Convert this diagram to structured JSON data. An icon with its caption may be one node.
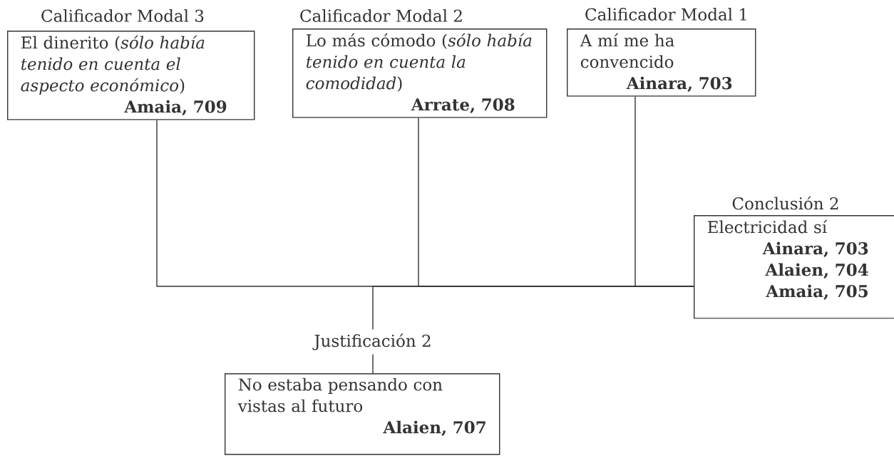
{
  "diagram": {
    "nodes": [
      {
        "text": [
          "Calificador Modal 3",
          "El dinerito (*sólo había tenido en cuenta el aspecto económico*)",
          "Amaia, 709"
        ]
      },
      {
        "text": [
          "Calificador Modal 2",
          "Lo más cómodo (*sólo había tenido en cuenta la comodidad*)",
          "Arrate, 708"
        ]
      },
      {
        "text": [
          "Calificador Modal 1",
          "A mí me ha convencido",
          "Ainara, 703"
        ]
      },
      {
        "text": [
          "Conclusión 2",
          "Electricidad sí",
          "Ainara, 703",
          "Alaien, 704",
          "Amaia, 705"
        ]
      },
      {
        "text": [
          "Justificación 2",
          "No estaba pensando con vistas al futuro",
          "Alaien, 707"
        ]
      }
    ],
    "edges": [
      {
        "from": 0,
        "to": 3,
        "arrow": "none"
      },
      {
        "from": 1,
        "to": 3,
        "arrow": "none"
      },
      {
        "from": 2,
        "to": 3,
        "arrow": "none"
      },
      {
        "from": 4,
        "to": 3,
        "arrow": "none"
      }
    ]
  }
}
